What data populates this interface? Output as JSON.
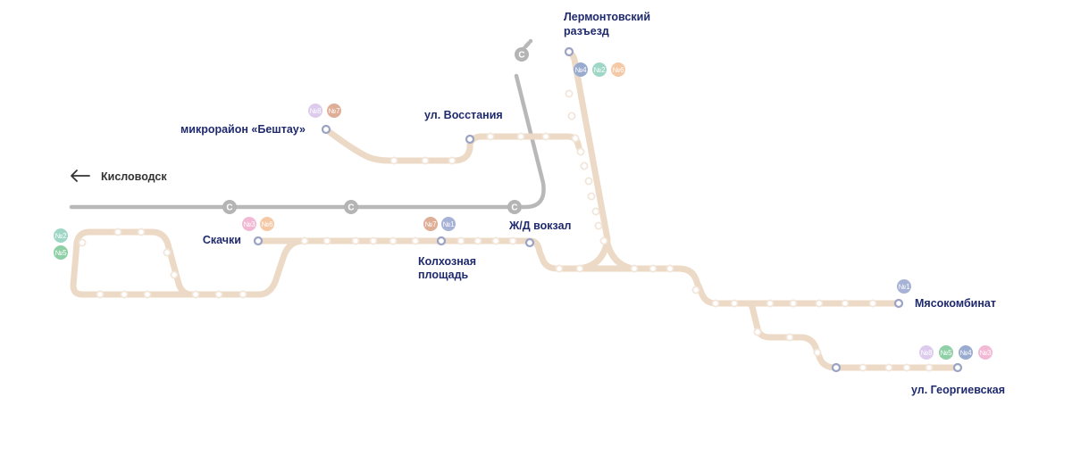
{
  "stations": [
    {
      "id": "lermontov",
      "lines": [
        "Лермонтовский",
        "разъезд"
      ]
    },
    {
      "id": "beshtau",
      "lines": [
        "микрорайон «Бештау»"
      ]
    },
    {
      "id": "vosstaniya",
      "lines": [
        "ул. Восстания"
      ]
    },
    {
      "id": "skachki",
      "lines": [
        "Скачки"
      ]
    },
    {
      "id": "kolkhoznaya",
      "lines": [
        "Колхозная",
        "площадь"
      ]
    },
    {
      "id": "vokzal",
      "lines": [
        "Ж/Д вокзал"
      ]
    },
    {
      "id": "myasokombinat",
      "lines": [
        "Мясокомбинат"
      ]
    },
    {
      "id": "georgievskaya",
      "lines": [
        "ул. Георгиевская"
      ]
    }
  ],
  "direction": {
    "label": "Кисловодск"
  },
  "rail_symbol": "C",
  "route_badges": [
    {
      "group": "lermontov",
      "items": [
        {
          "label": "№4",
          "color": "#9aabd0"
        },
        {
          "label": "№2",
          "color": "#9ed7c6"
        },
        {
          "label": "№6",
          "color": "#f5c9a6"
        }
      ]
    },
    {
      "group": "beshtau",
      "items": [
        {
          "label": "№8",
          "color": "#dccbed"
        },
        {
          "label": "№7",
          "color": "#dfae97"
        }
      ]
    },
    {
      "group": "skachki",
      "items": [
        {
          "label": "№3",
          "color": "#f2b9d4"
        },
        {
          "label": "№6",
          "color": "#f5c9a6"
        }
      ]
    },
    {
      "group": "kolkhoznaya",
      "items": [
        {
          "label": "№7",
          "color": "#dfae97"
        },
        {
          "label": "№1",
          "color": "#a6b2d6"
        }
      ]
    },
    {
      "group": "loop",
      "items": [
        {
          "label": "№2",
          "color": "#9ed7c6"
        },
        {
          "label": "№5",
          "color": "#8fd0a6"
        }
      ]
    },
    {
      "group": "myasokombinat",
      "items": [
        {
          "label": "№1",
          "color": "#a6b2d6"
        }
      ]
    },
    {
      "group": "georgievskaya",
      "items": [
        {
          "label": "№8",
          "color": "#dccbed"
        },
        {
          "label": "№5",
          "color": "#8fd0a6"
        },
        {
          "label": "№4",
          "color": "#9aabd0"
        },
        {
          "label": "№3",
          "color": "#f2b9d4"
        }
      ]
    }
  ],
  "colors": {
    "route_track": "#ecd9c6",
    "railway": "#b8b8b8",
    "terminal_stop": "#9aa3c4",
    "station_label": "#1f2a6e"
  }
}
